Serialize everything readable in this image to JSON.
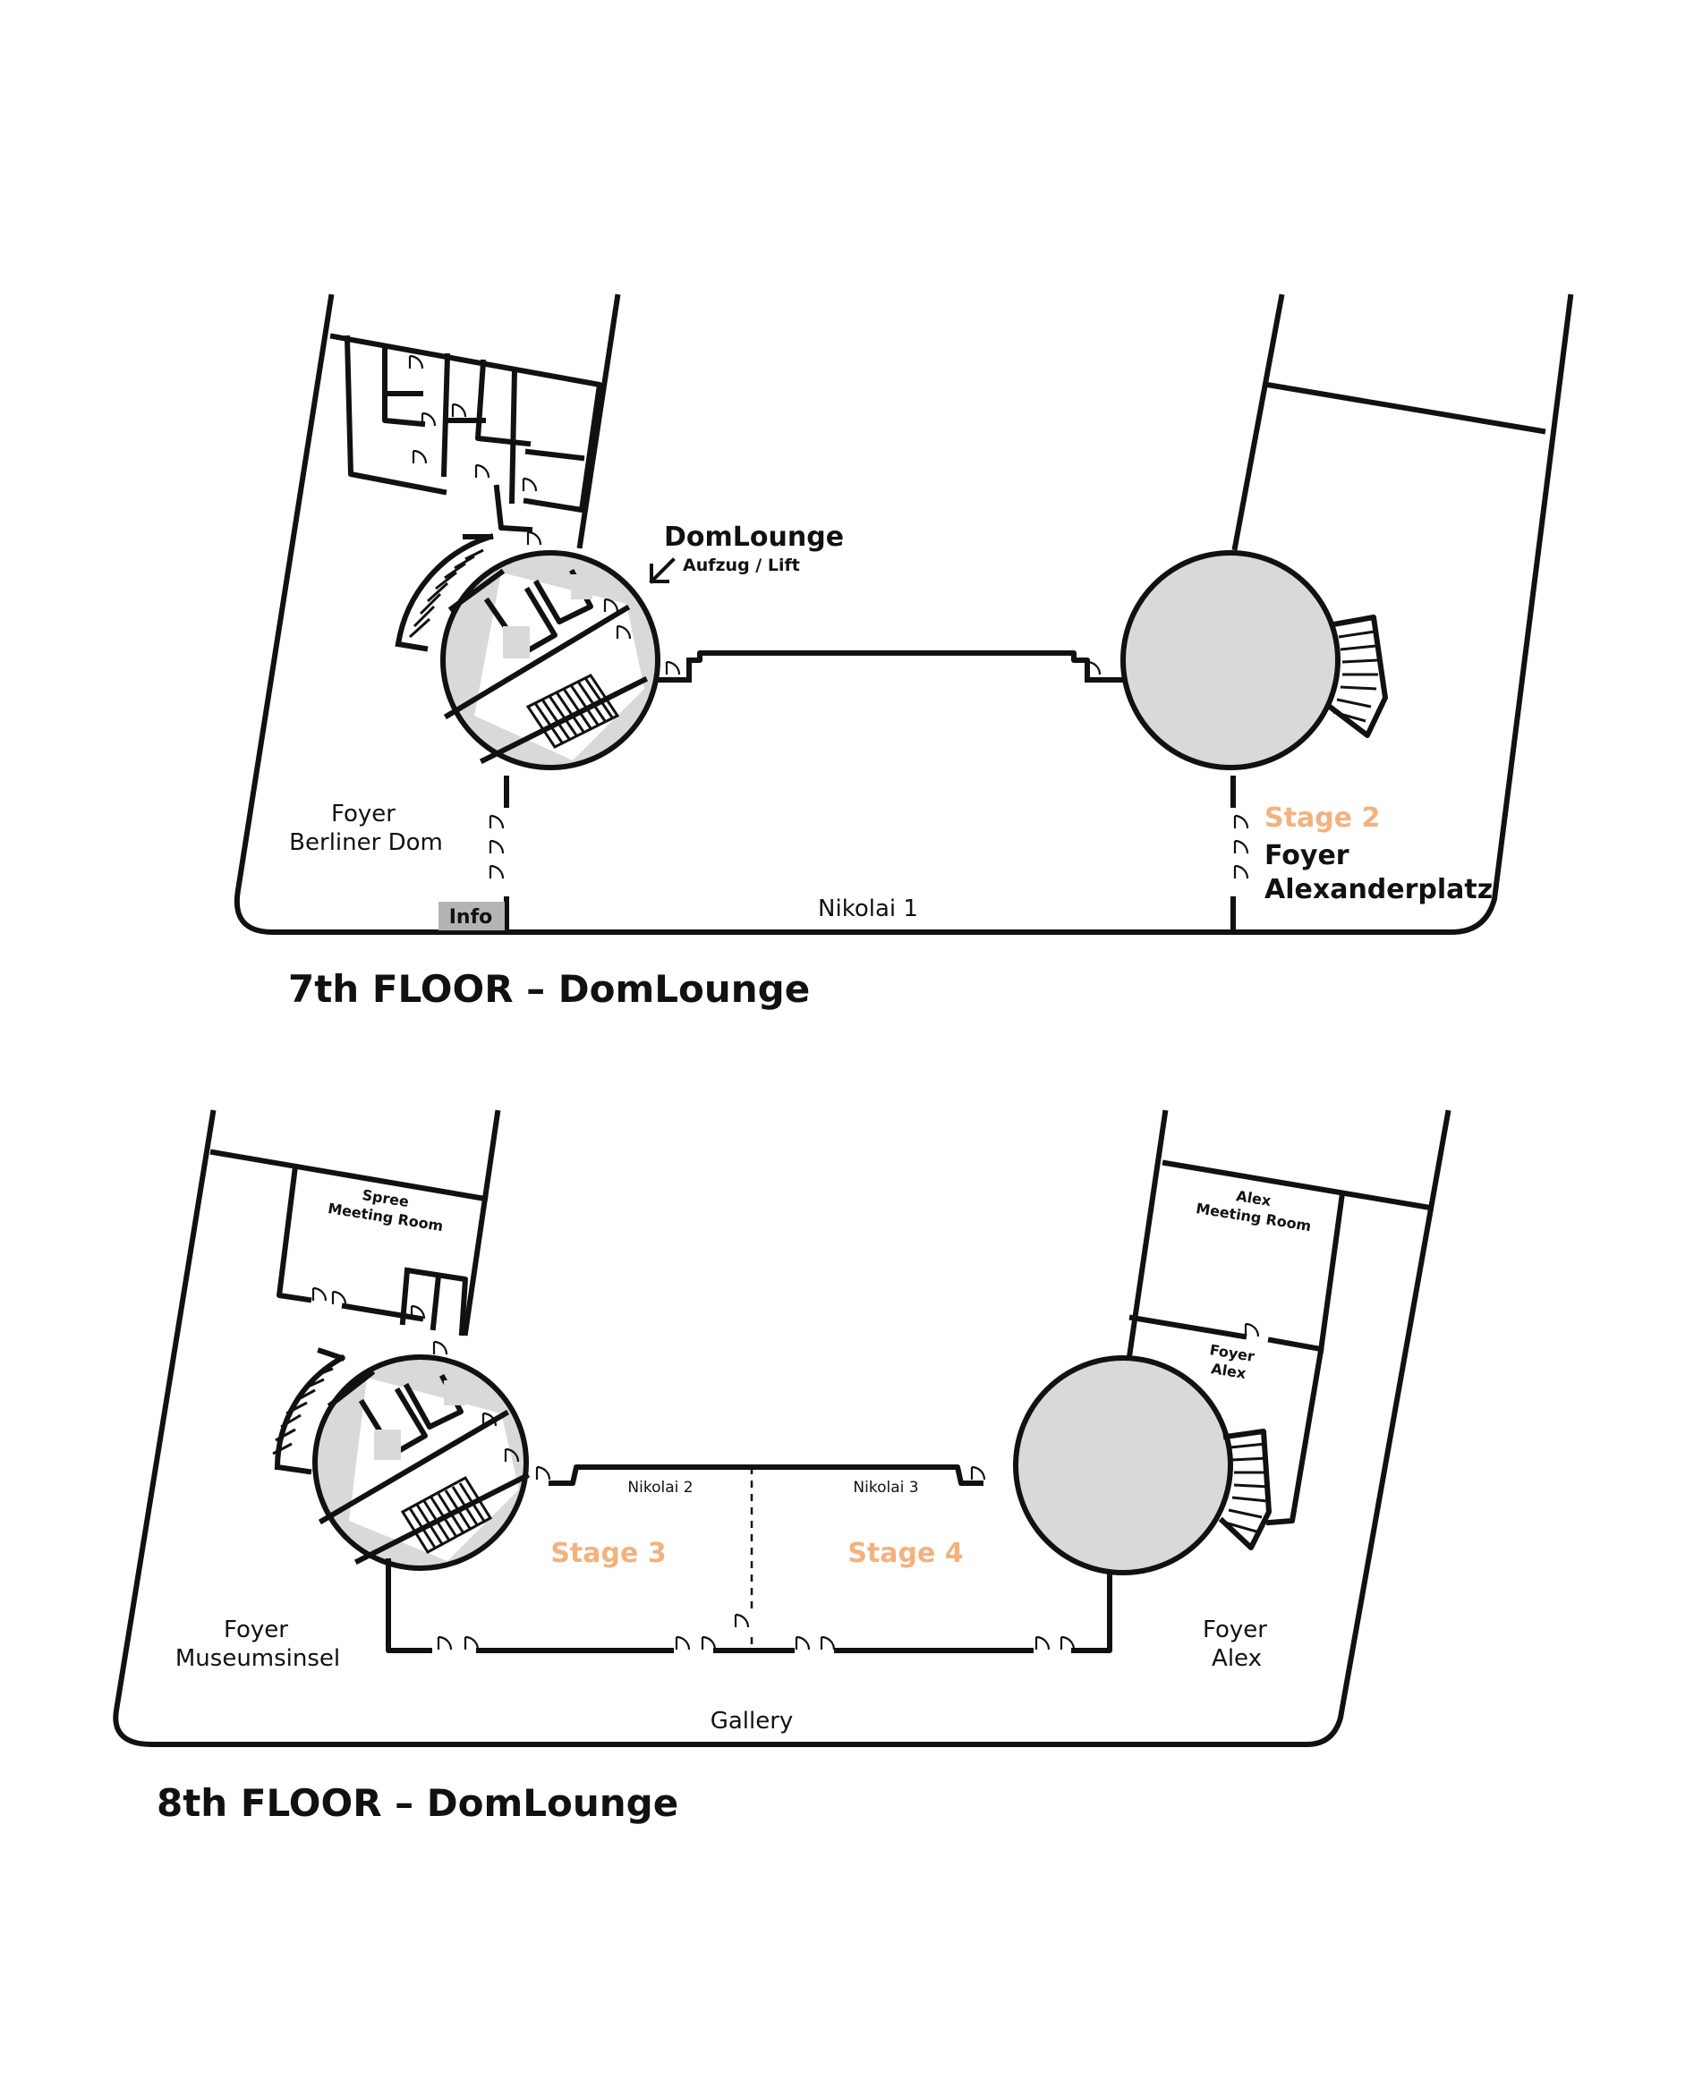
{
  "floors": {
    "f7": {
      "title": "7th FLOOR – DomLounge",
      "dom_lounge": "DomLounge",
      "lift": "Aufzug / Lift",
      "foyer_dom": [
        "Foyer",
        "Berliner Dom"
      ],
      "info": "Info",
      "nikolai1": "Nikolai 1",
      "stage2": "Stage 2",
      "foyer_alex": [
        "Foyer",
        "Alexanderplatz"
      ]
    },
    "f8": {
      "title": "8th FLOOR – DomLounge",
      "spree_room": [
        "Spree",
        "Meeting Room"
      ],
      "alex_room": [
        "Alex",
        "Meeting Room"
      ],
      "foyer_alex_small": [
        "Foyer",
        "Alex"
      ],
      "nikolai2": "Nikolai 2",
      "nikolai3": "Nikolai 3",
      "stage3": "Stage 3",
      "stage4": "Stage 4",
      "foyer_museum": [
        "Foyer",
        "Museumsinsel"
      ],
      "foyer_alex": [
        "Foyer",
        "Alex"
      ],
      "gallery": "Gallery"
    }
  },
  "colors": {
    "stage": "#f2b27e",
    "fill": "#d8d9d8",
    "line": "#111111"
  }
}
